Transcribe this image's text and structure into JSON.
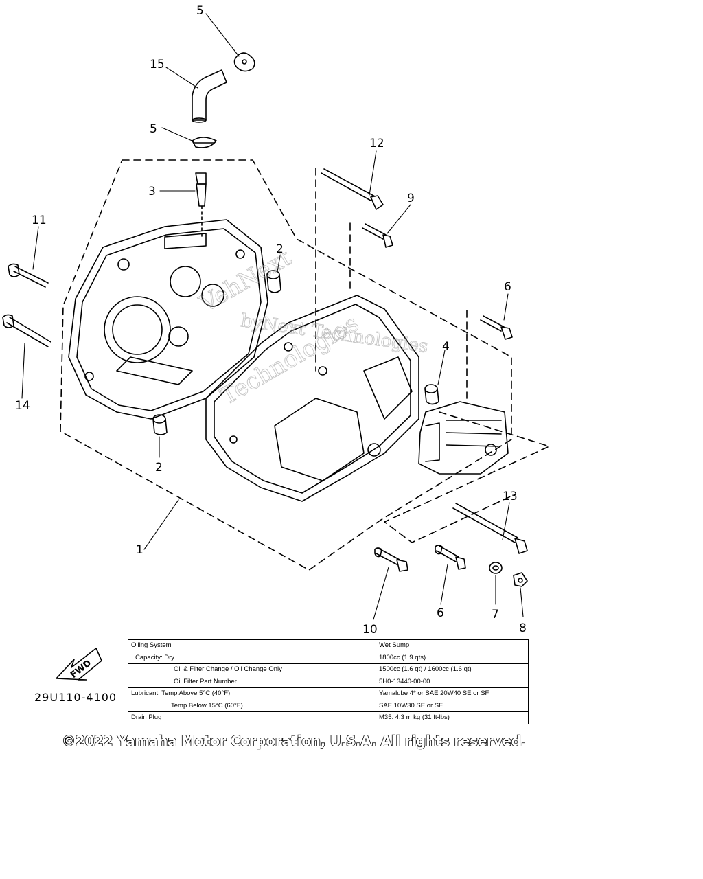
{
  "callouts": {
    "c1": "1",
    "c2a": "2",
    "c2b": "2",
    "c3": "3",
    "c4": "4",
    "c5a": "5",
    "c5b": "5",
    "c6a": "6",
    "c6b": "6",
    "c7": "7",
    "c8": "8",
    "c9": "9",
    "c10": "10",
    "c11": "11",
    "c12": "12",
    "c13": "13",
    "c14": "14",
    "c15": "15"
  },
  "fwd_label": "FWD",
  "figure_code": "29U110-4100",
  "watermark": {
    "line1": "VehNext",
    "line2": "Technologies",
    "line3": "byNext Technologies"
  },
  "spec_table": [
    {
      "label": "Oiling System",
      "value": "Wet Sump"
    },
    {
      "label": "Capacity: Dry",
      "value": "1800cc (1.9 qts)"
    },
    {
      "label": "Oil & Filter Change / Oil Change Only",
      "value": "1500cc (1.6 qt) / 1600cc (1.6 qt)"
    },
    {
      "label": "Oil Filter Part Number",
      "value": "5H0-13440-00-00"
    },
    {
      "label": "Lubricant: Temp Above 5°C (40°F)",
      "value": "Yamalube 4* or SAE 20W40 SE or SF"
    },
    {
      "label": "Temp Below 15°C (60°F)",
      "value": "SAE 10W30 SE or SF"
    },
    {
      "label": "Drain Plug",
      "value": "M35: 4.3 m kg (31 ft-lbs)"
    }
  ],
  "copyright": "©2022 Yamaha Motor Corporation, U.S.A. All rights reserved."
}
